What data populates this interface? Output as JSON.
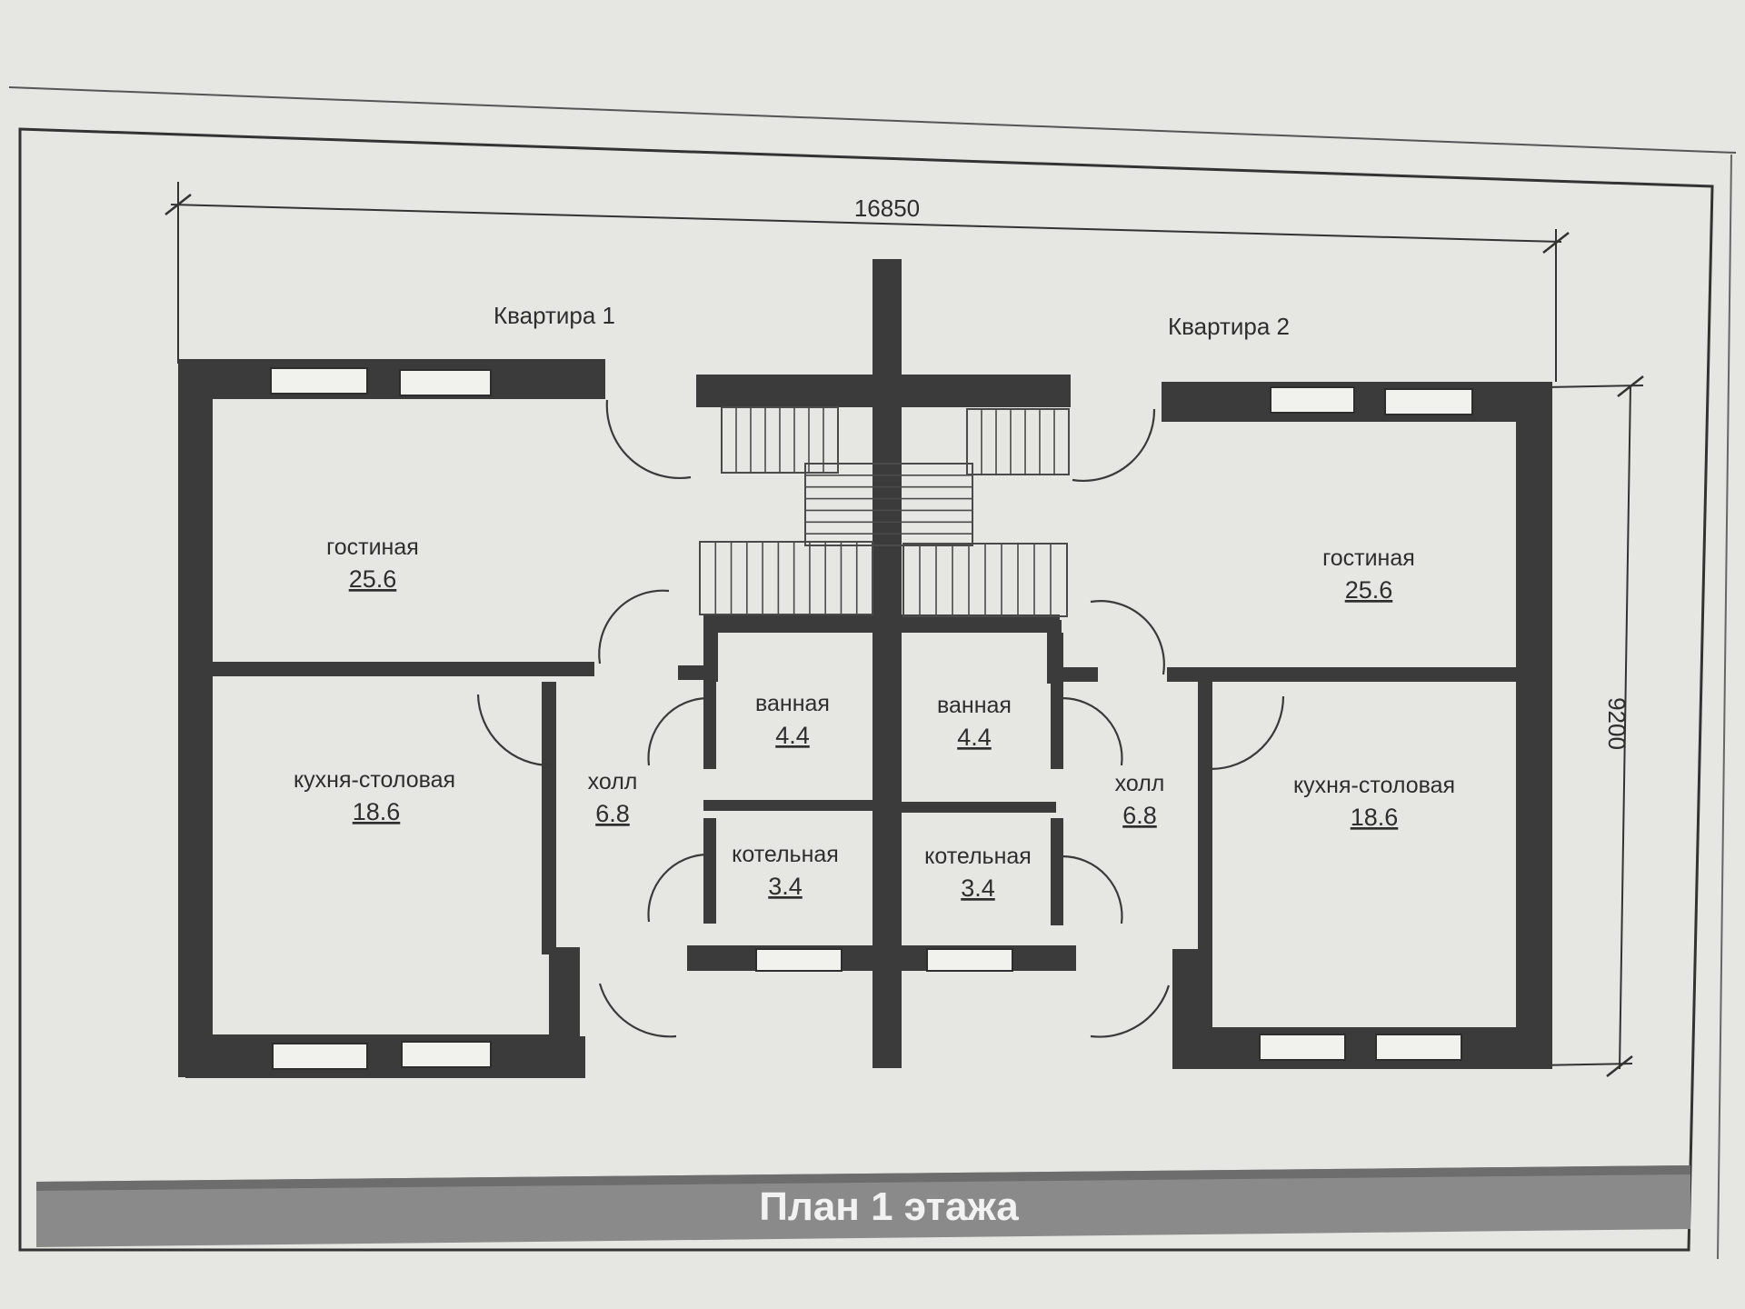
{
  "dimensions": {
    "width": "16850",
    "depth": "9200"
  },
  "apartments": [
    {
      "label": "Квартира 1",
      "rooms": [
        {
          "name": "гостиная",
          "area": "25.6"
        },
        {
          "name": "кухня-столовая",
          "area": "18.6"
        },
        {
          "name": "холл",
          "area": "6.8"
        },
        {
          "name": "ванная",
          "area": "4.4"
        },
        {
          "name": "котельная",
          "area": "3.4"
        }
      ]
    },
    {
      "label": "Квартира 2",
      "rooms": [
        {
          "name": "гостиная",
          "area": "25.6"
        },
        {
          "name": "кухня-столовая",
          "area": "18.6"
        },
        {
          "name": "холл",
          "area": "6.8"
        },
        {
          "name": "ванная",
          "area": "4.4"
        },
        {
          "name": "котельная",
          "area": "3.4"
        }
      ]
    }
  ],
  "title": "План 1 этажа",
  "colors": {
    "wall": "#3b3b3b",
    "paper": "#e6e6e2",
    "title_band": "#8a8a8a"
  }
}
